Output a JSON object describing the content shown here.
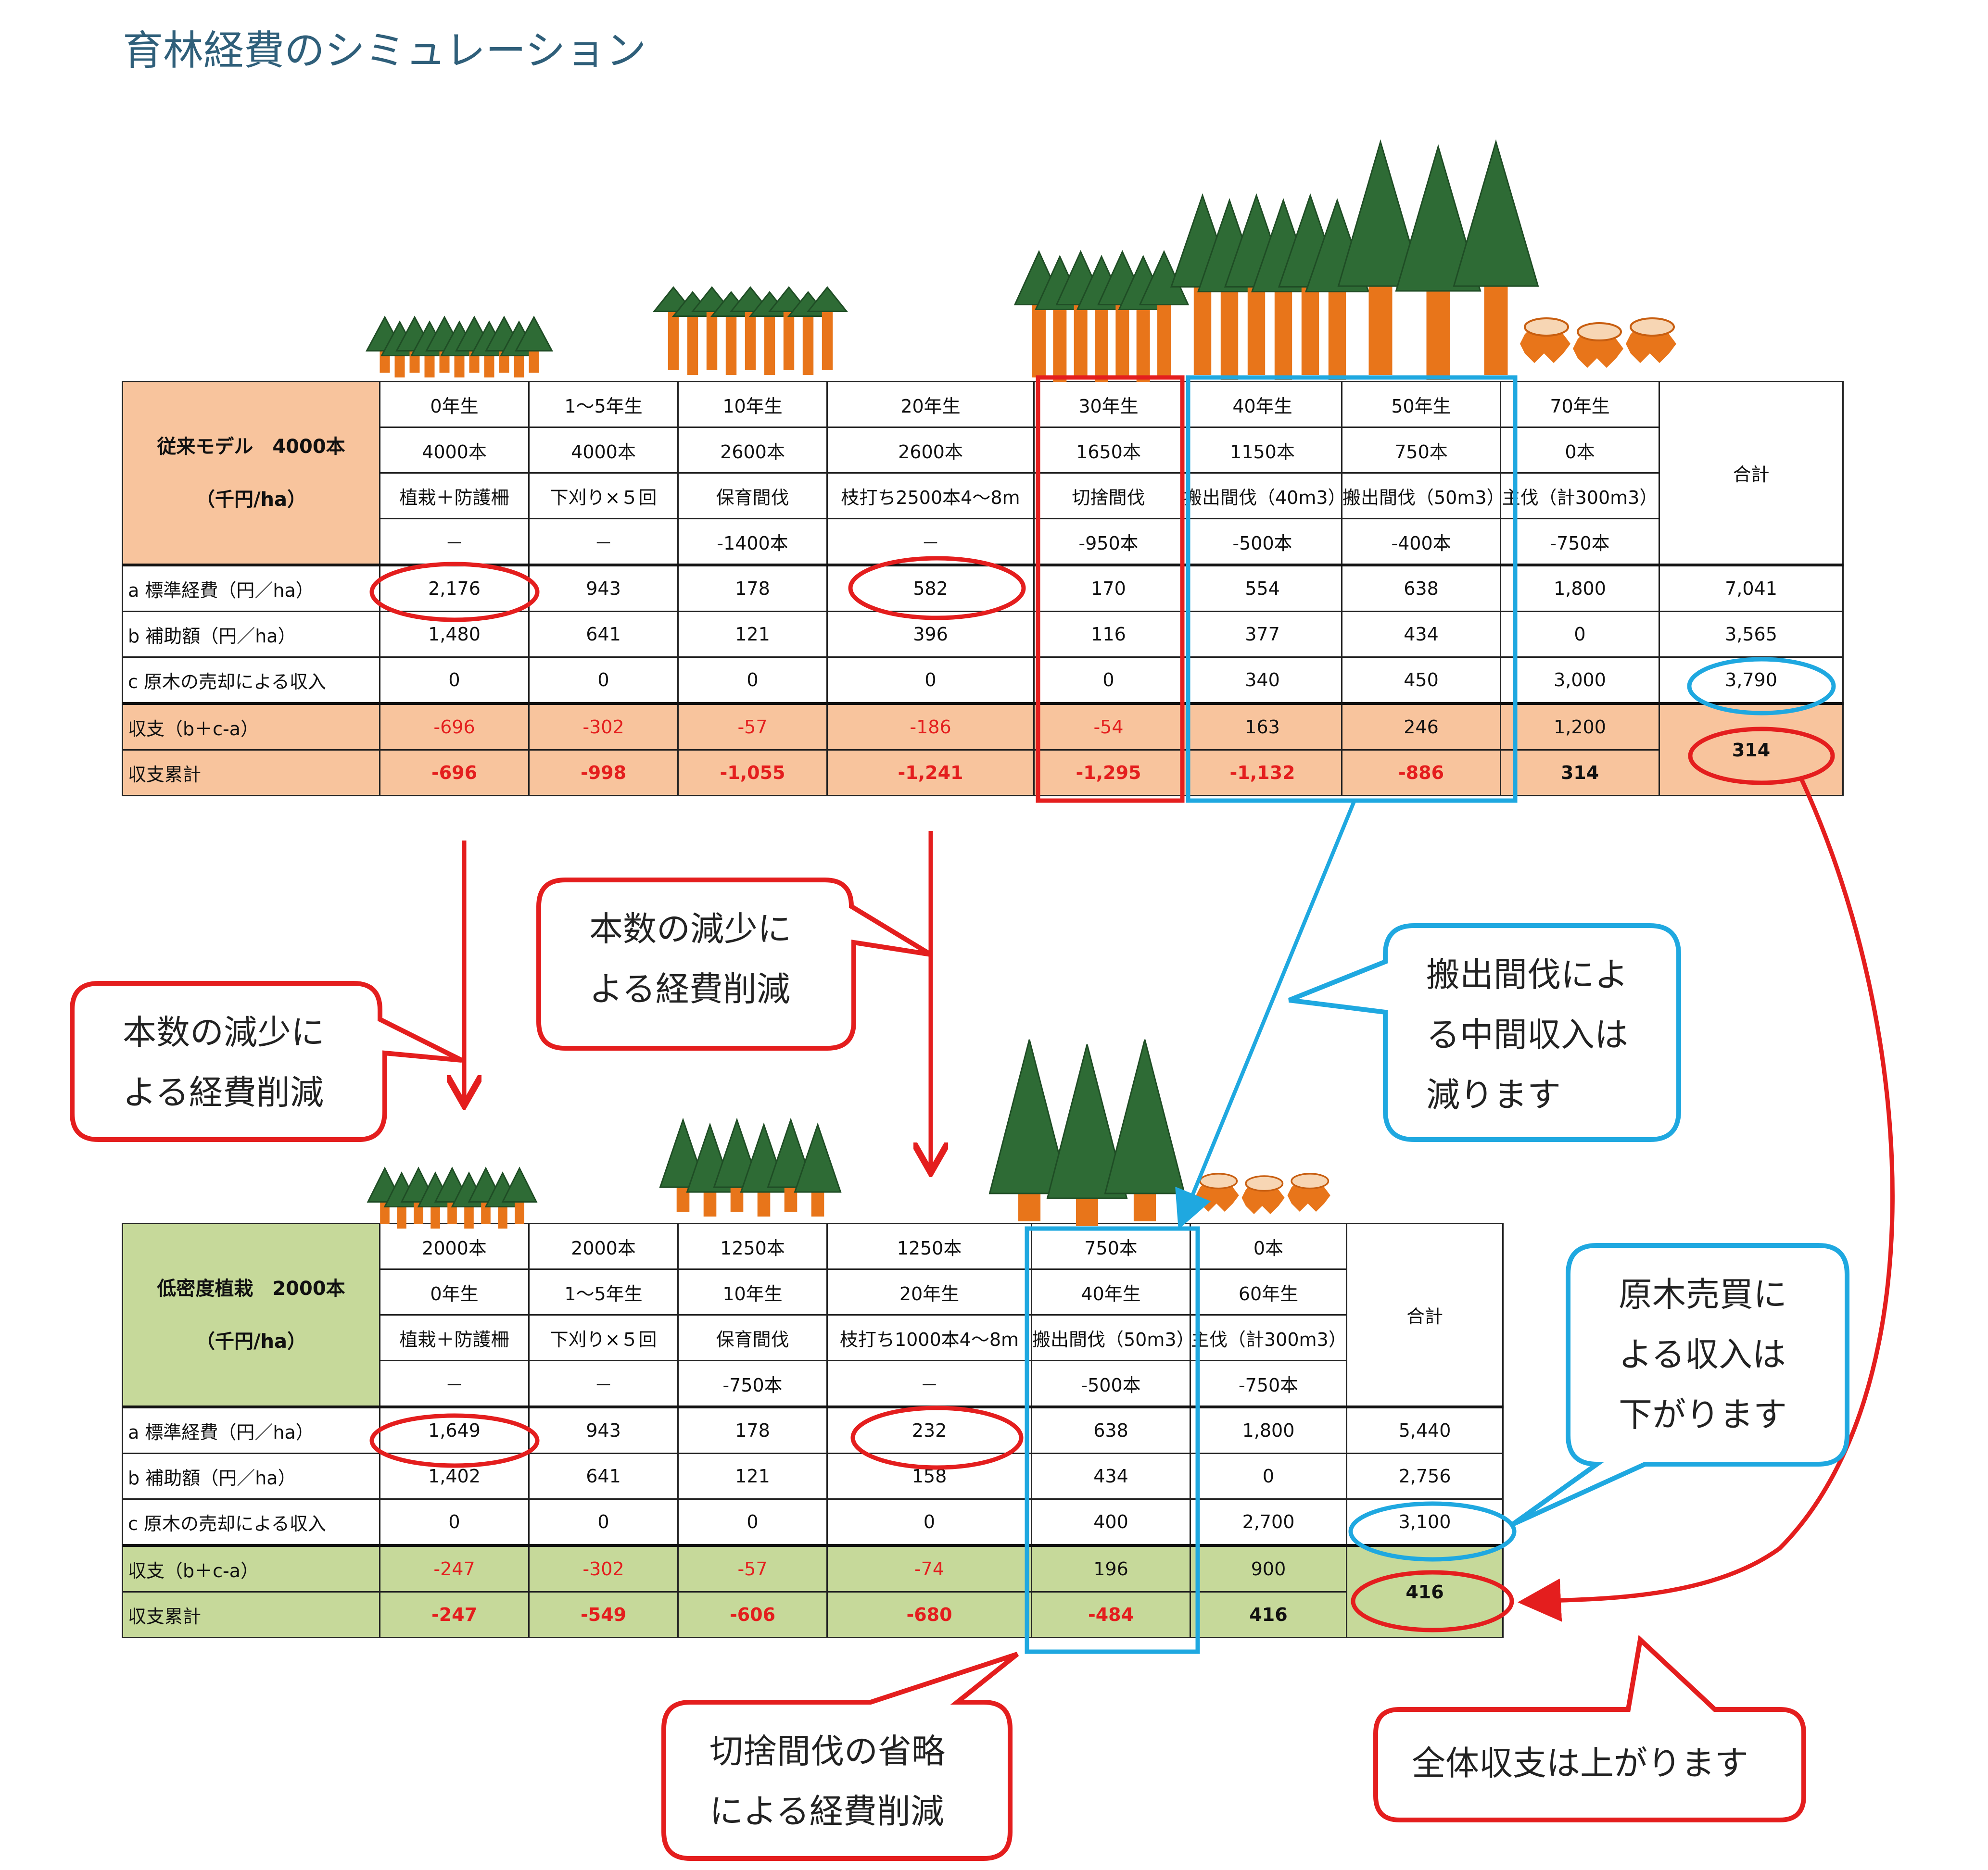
{
  "title": "育林経費のシミュレーション",
  "table1": {
    "corner": [
      "従来モデル　4000本",
      "（千円/ha）"
    ],
    "header_rows": [
      [
        "0年生",
        "1～5年生",
        "10年生",
        "20年生",
        "30年生",
        "40年生",
        "50年生",
        "70年生"
      ],
      [
        "4000本",
        "4000本",
        "2600本",
        "2600本",
        "1650本",
        "1150本",
        "750本",
        "0本"
      ],
      [
        "植栽＋防護柵",
        "下刈り×５回",
        "保育間伐",
        "枝打ち2500本4～8m",
        "切捨間伐",
        "搬出間伐（40m3）",
        "搬出間伐（50m3）",
        "主伐（計300m3）"
      ],
      [
        "－",
        "－",
        "-1400本",
        "－",
        "-950本",
        "-500本",
        "-400本",
        "-750本"
      ]
    ],
    "total_label": "合計",
    "rows": [
      {
        "label": "a 標準経費（円／ha）",
        "values": [
          "2,176",
          "943",
          "178",
          "582",
          "170",
          "554",
          "638",
          "1,800"
        ],
        "total": "7,041"
      },
      {
        "label": "b 補助額（円／ha）",
        "values": [
          "1,480",
          "641",
          "121",
          "396",
          "116",
          "377",
          "434",
          "0"
        ],
        "total": "3,565"
      },
      {
        "label": "c 原木の売却による収入",
        "values": [
          "0",
          "0",
          "0",
          "0",
          "0",
          "340",
          "450",
          "3,000"
        ],
        "total": "3,790"
      },
      {
        "label": "収支（b＋c-a）",
        "values": [
          "-696",
          "-302",
          "-57",
          "-186",
          "-54",
          "163",
          "246",
          "1,200"
        ]
      },
      {
        "label": "収支累計",
        "values": [
          "-696",
          "-998",
          "-1,055",
          "-1,241",
          "-1,295",
          "-1,132",
          "-886",
          "314"
        ]
      }
    ],
    "grand_total": "314"
  },
  "table2": {
    "corner": [
      "低密度植栽　2000本",
      "（千円/ha）"
    ],
    "header_rows": [
      [
        "2000本",
        "2000本",
        "1250本",
        "1250本",
        "750本",
        "0本"
      ],
      [
        "0年生",
        "1～5年生",
        "10年生",
        "20年生",
        "40年生",
        "60年生"
      ],
      [
        "植栽＋防護柵",
        "下刈り×５回",
        "保育間伐",
        "枝打ち1000本4～8m",
        "搬出間伐（50m3）",
        "主伐（計300m3）"
      ],
      [
        "－",
        "－",
        "-750本",
        "－",
        "-500本",
        "-750本"
      ]
    ],
    "total_label": "合計",
    "rows": [
      {
        "label": "a 標準経費（円／ha）",
        "values": [
          "1,649",
          "943",
          "178",
          "232",
          "638",
          "1,800"
        ],
        "total": "5,440"
      },
      {
        "label": "b 補助額（円／ha）",
        "values": [
          "1,402",
          "641",
          "121",
          "158",
          "434",
          "0"
        ],
        "total": "2,756"
      },
      {
        "label": "c 原木の売却による収入",
        "values": [
          "0",
          "0",
          "0",
          "0",
          "400",
          "2,700"
        ],
        "total": "3,100"
      },
      {
        "label": "収支（b＋c-a）",
        "values": [
          "-247",
          "-302",
          "-57",
          "-74",
          "196",
          "900"
        ]
      },
      {
        "label": "収支累計",
        "values": [
          "-247",
          "-549",
          "-606",
          "-680",
          "-484",
          "416"
        ]
      }
    ],
    "grand_total": "416"
  },
  "callouts": {
    "left_reduction": [
      "本数の減少に",
      "よる経費削減"
    ],
    "center_reduction": [
      "本数の減少に",
      "よる経費削減"
    ],
    "mid_income": [
      "搬出間伐によ",
      "る中間収入は",
      "減ります"
    ],
    "log_income": [
      "原木売買に",
      "よる収入は",
      "下がります"
    ],
    "skip_thinning": [
      "切捨間伐の省略",
      "による経費削減"
    ],
    "overall": [
      "全体収支は上がります"
    ]
  },
  "colors": {
    "traditional_fill": "#f8c49d",
    "lowdensity_fill": "#c6d99a",
    "negative_text": "#e41e1e",
    "red_mark": "#e41e1e",
    "blue_mark": "#1fa8e0",
    "tree_foliage": "#2e6b35",
    "tree_trunk": "#e8751a"
  },
  "icons": [
    "tree-group-icon",
    "log-stumps-icon",
    "arrow-down-icon",
    "ellipse-highlight"
  ]
}
